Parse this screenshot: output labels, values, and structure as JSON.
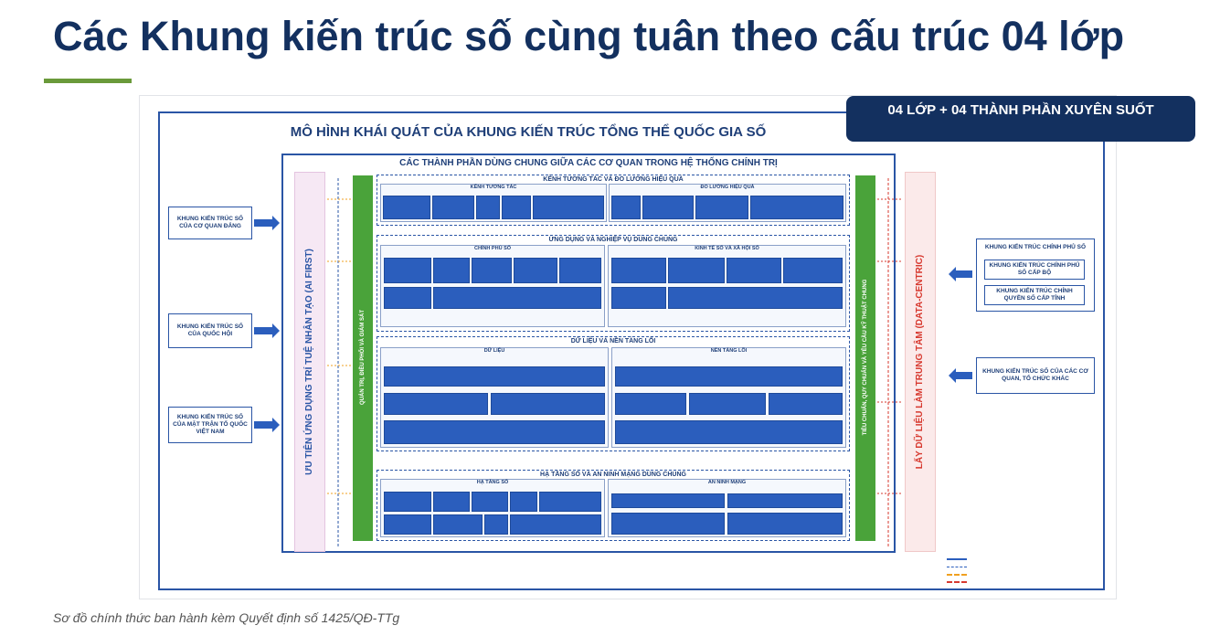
{
  "slide": {
    "title": "Các Khung kiến trúc số cùng tuân theo cấu trúc 04 lớp",
    "caption": "Sơ đồ chính thức ban hành kèm Quyết định số 1425/QĐ-TTg",
    "badge": "04 LỚP + 04 THÀNH PHẦN XUYÊN SUỐT"
  },
  "diagram": {
    "title": "MÔ HÌNH KHÁI QUÁT CỦA KHUNG KIẾN TRÚC TỔNG THỂ QUỐC GIA SỐ",
    "shared_components": "CÁC THÀNH PHẦN DÙNG CHUNG GIỮA CÁC CƠ QUAN TRONG HỆ THỐNG CHÍNH TRỊ",
    "left_vertical": "ƯU TIÊN ỨNG DỤNG TRÍ TUỆ NHÂN TẠO (AI FIRST)",
    "governance_vertical": "QUẢN TRỊ, ĐIỀU PHỐI VÀ GIÁM SÁT",
    "standards_vertical": "TIÊU CHUẨN, QUY CHUẨN VÀ YÊU CẦU KỸ THUẬT CHUNG",
    "right_vertical": "LẤY DỮ LIỆU LÀM TRUNG TÂM (DATA-CENTRIC)",
    "left_boxes": [
      "KHUNG KIẾN TRÚC SỐ CỦA CƠ QUAN ĐẢNG",
      "KHUNG KIẾN TRÚC SỐ CỦA QUỐC HỘI",
      "KHUNG KIẾN TRÚC SỐ CỦA MẶT TRẬN TỔ QUỐC VIỆT NAM"
    ],
    "right_group": {
      "title": "KHUNG KIẾN TRÚC CHÍNH PHỦ SỐ",
      "items": [
        "KHUNG KIẾN TRÚC CHÍNH PHỦ SỐ CẤP BỘ",
        "KHUNG KIẾN TRÚC CHÍNH QUYỀN SỐ CẤP TỈNH"
      ]
    },
    "right_box": "KHUNG KIẾN TRÚC SỐ CỦA CÁC CƠ QUAN, TỔ CHỨC KHÁC",
    "layers": {
      "l1": {
        "label": "KÊNH TƯƠNG TÁC VÀ ĐO LƯỜNG HIỆU QUẢ",
        "sub_left": "KÊNH TƯƠNG TÁC",
        "sub_right": "ĐO LƯỜNG HIỆU QUẢ"
      },
      "l2": {
        "label": "ỨNG DỤNG VÀ NGHIỆP VỤ DÙNG CHUNG",
        "sub_left": "CHÍNH PHỦ SỐ",
        "sub_right": "KINH TẾ SỐ VÀ XÃ HỘI SỐ"
      },
      "l3": {
        "label": "DỮ LIỆU VÀ NỀN TẢNG LÕI",
        "sub_left": "DỮ LIỆU",
        "sub_right": "NỀN TẢNG LÕI"
      },
      "l4": {
        "label": "HẠ TẦNG SỐ VÀ AN NINH MẠNG DÙNG CHUNG",
        "sub_left": "HẠ TẦNG SỐ",
        "sub_right": "AN NINH MẠNG"
      }
    },
    "colors": {
      "navy": "#13305f",
      "blue": "#2b5ebd",
      "green": "#4aa33a",
      "red": "#d7392f",
      "orange": "#f0a020"
    }
  }
}
